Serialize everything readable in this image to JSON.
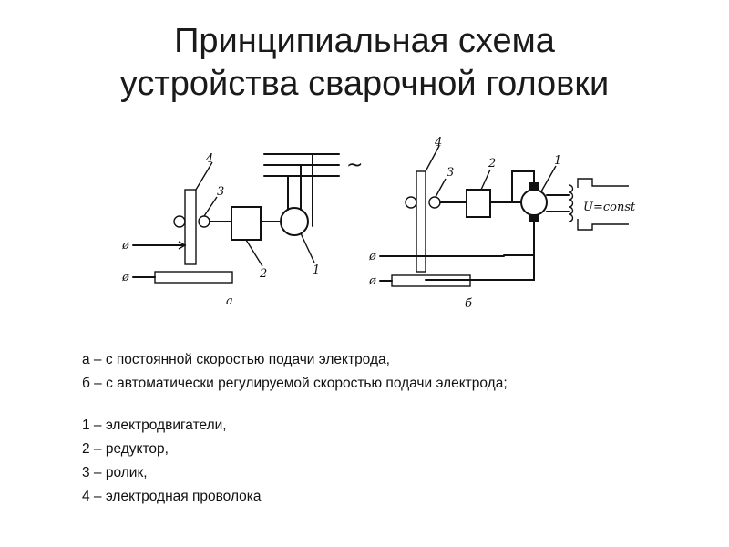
{
  "title": {
    "line1": "Принципиальная схема",
    "line2": "устройства сварочной головки"
  },
  "diagram": {
    "a_label": "а",
    "b_label": "б",
    "num1": "1",
    "num2": "2",
    "num3": "3",
    "num4": "4",
    "phi": "ø",
    "tilde": "~",
    "u_const": "U=const"
  },
  "legend": {
    "line_a": "а – с постоянной скоростью подачи электрода,",
    "line_b": "б – с автоматически регулируемой скоростью подачи электрода;",
    "item1": "1 – электродвигатели,",
    "item2": "2 – редуктор,",
    "item3": "3 – ролик,",
    "item4": "4 – электродная проволока"
  }
}
